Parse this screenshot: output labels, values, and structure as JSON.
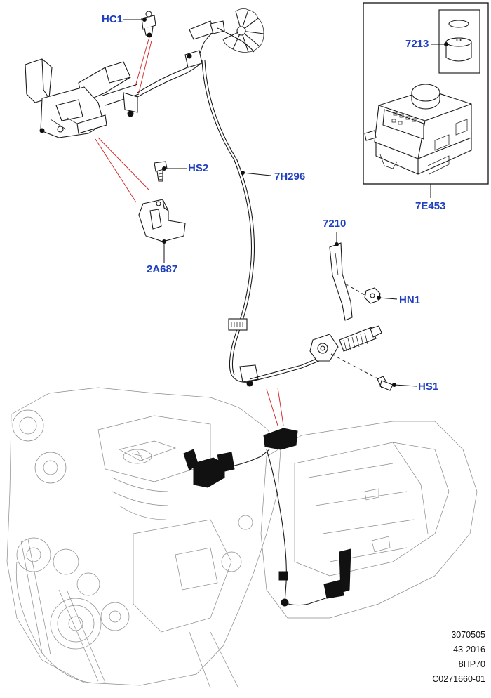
{
  "callouts": {
    "hc1": "HC1",
    "hs2": "HS2",
    "a2687": "2A687",
    "h7296": "7H296",
    "p7213": "7213",
    "e7453": "7E453",
    "p7210": "7210",
    "hn1": "HN1",
    "hs1": "HS1"
  },
  "meta": {
    "ref": "3070505",
    "date": "43-2016",
    "model": "8HP70",
    "code": "C0271660-01"
  },
  "colors": {
    "callout": "#1f3fbf",
    "leader_red": "#d21f1f"
  }
}
